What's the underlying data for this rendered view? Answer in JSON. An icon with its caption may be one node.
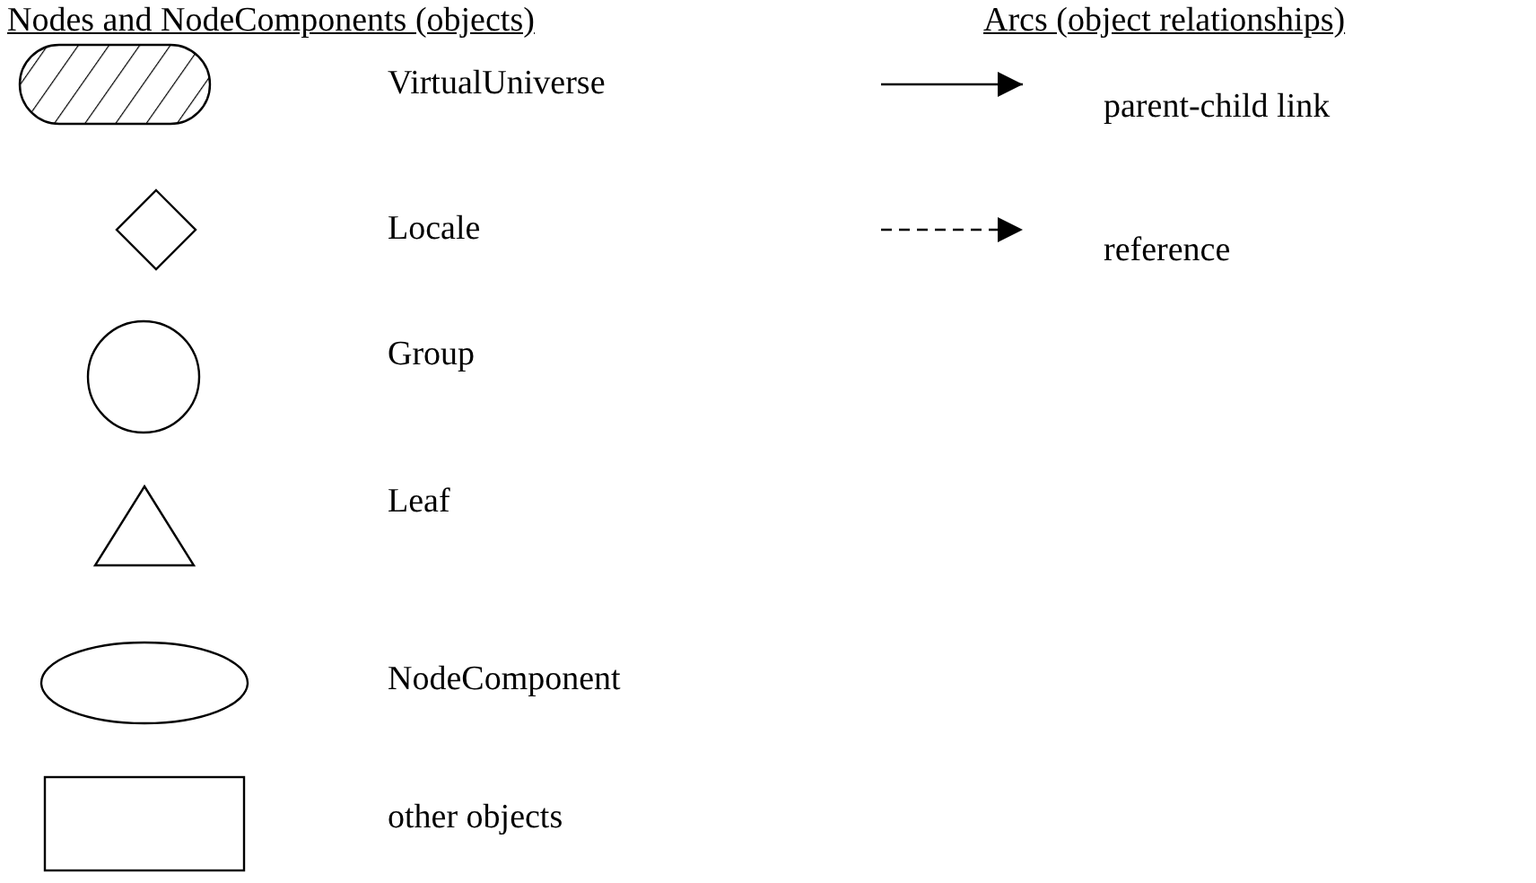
{
  "diagram": {
    "labels": [
      "Nodes and NodeComponents (objects)",
      "Arcs (object relationships)"
    ],
    "legend": [
      {
        "text": "VirtualUniverse"
      },
      {
        "text": "Locale"
      },
      {
        "text": "Group"
      },
      {
        "text": "Leaf"
      },
      {
        "text": "NodeComponent"
      },
      {
        "text": "other objects"
      },
      {
        "text": "parent-child link"
      },
      {
        "text": "reference"
      }
    ]
  }
}
